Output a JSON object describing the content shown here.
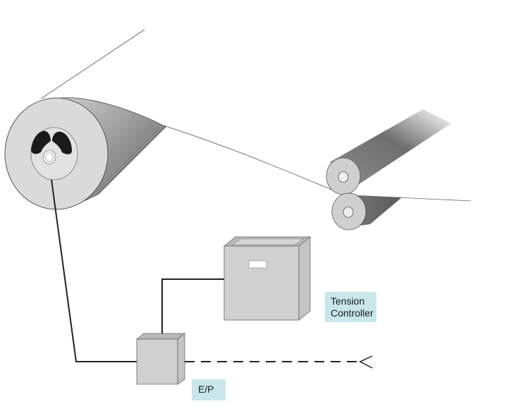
{
  "diagram": {
    "title": "Unwind tension control loop",
    "labels": {
      "tension_controller": "Tension\nController",
      "tension_controller_line1": "Tension",
      "tension_controller_line2": "Controller",
      "ep": "E/P"
    },
    "components": [
      {
        "id": "unwind-roll",
        "description": "Material roll on unwind brake"
      },
      {
        "id": "nip-rollers",
        "description": "Pair of nip rollers pulling web"
      },
      {
        "id": "tension-controller",
        "description": "Tension controller box"
      },
      {
        "id": "ep-transducer",
        "description": "E/P transducer box"
      }
    ],
    "connections": [
      {
        "from": "ep-transducer",
        "to": "unwind-roll",
        "style": "solid"
      },
      {
        "from": "tension-controller",
        "to": "ep-transducer",
        "style": "solid"
      },
      {
        "from": "signal-input",
        "to": "ep-transducer",
        "style": "dashed"
      }
    ],
    "colors": {
      "label_bg": "#c9e6ea",
      "box_fill": "#d0d0d0",
      "roll_face": "#dcdcdc",
      "roll_dark": "#555555",
      "line": "#222222"
    }
  }
}
